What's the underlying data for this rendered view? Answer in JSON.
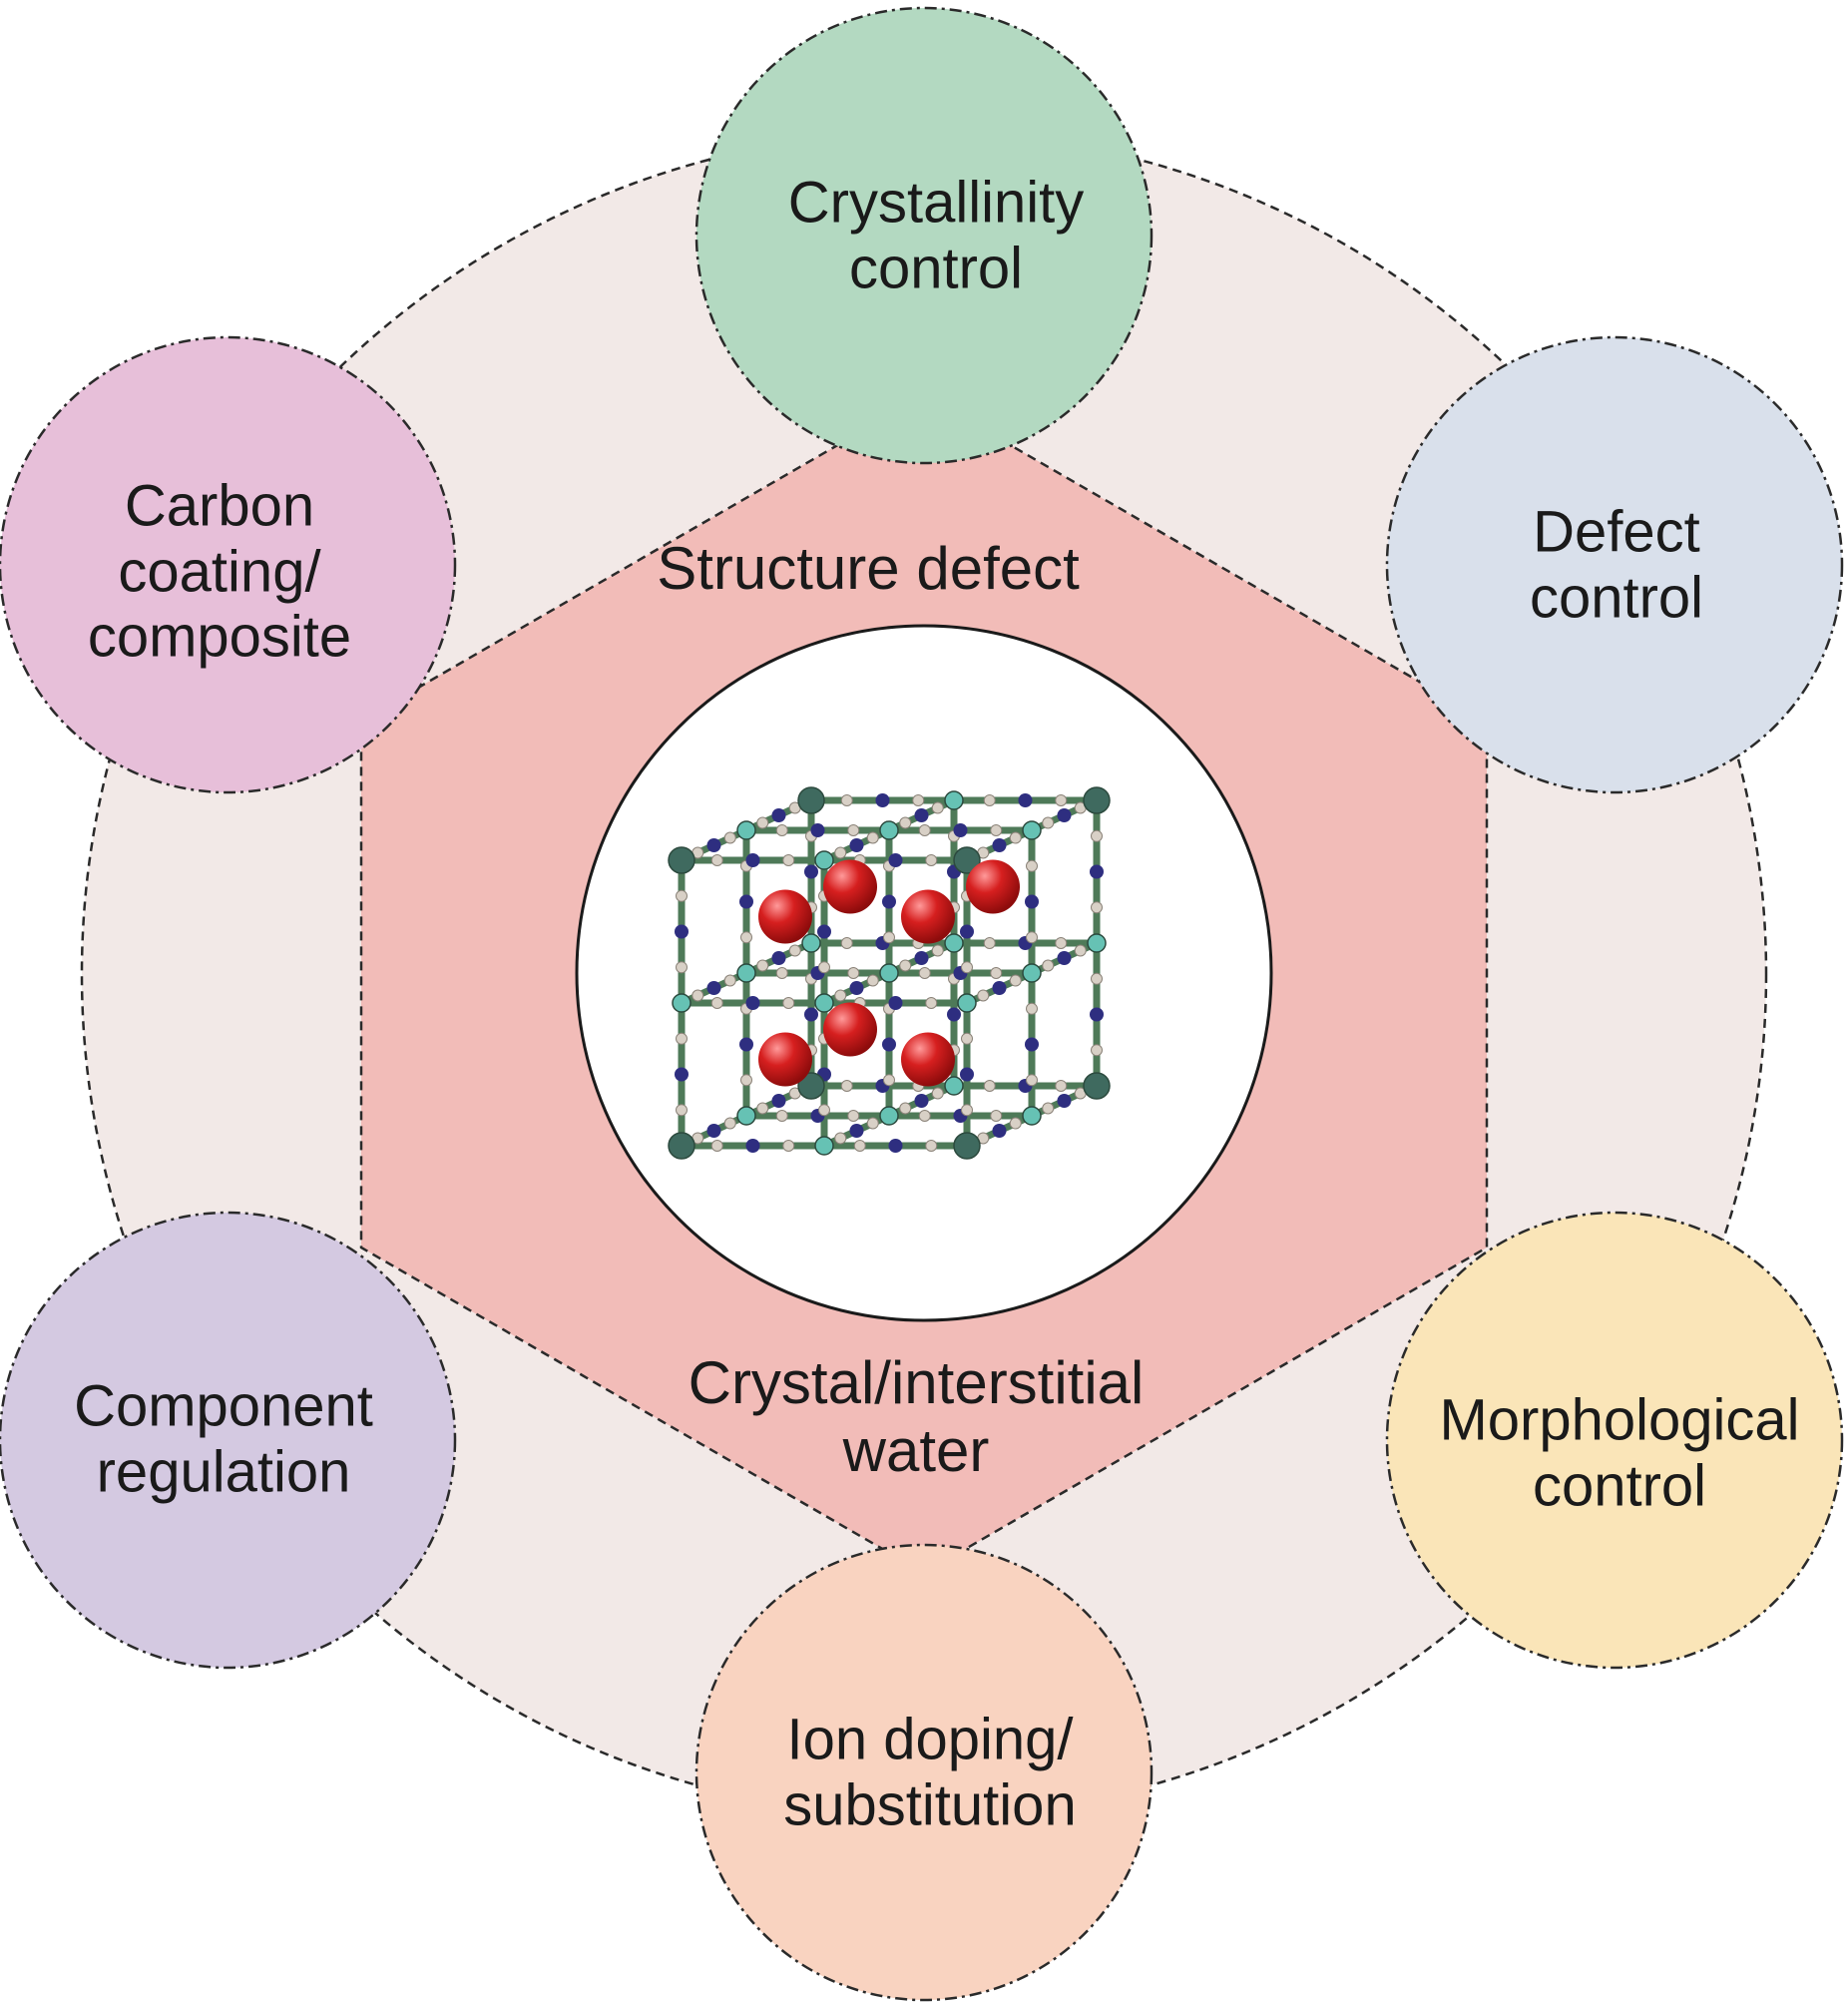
{
  "colors": {
    "outer_ring": "#f2e9e7",
    "hexagon": "#f2bcb8",
    "node_border": "#2a2a2a",
    "lattice_bond": "#4e7a58",
    "lattice_node": "#3f6a5f",
    "lattice_node_light": "#66c2b4",
    "anion_dot": "#2e2e80",
    "bridge_dot": "#d8d0c6",
    "interstitial_ion": "#d61f1f"
  },
  "core": {
    "top_label": "Structure defect",
    "bottom_label_line1": "Crystal/interstitial",
    "bottom_label_line2": "water",
    "image_icon": "cubic-lattice-icon"
  },
  "nodes": [
    {
      "id": "crystallinity",
      "line1": "Crystallinity",
      "line2": "control",
      "line3": "",
      "color": "#b3d9c1"
    },
    {
      "id": "defect",
      "line1": "Defect",
      "line2": "control",
      "line3": "",
      "color": "#d9e0eb"
    },
    {
      "id": "morphology",
      "line1": "Morphological",
      "line2": "control",
      "line3": "",
      "color": "#fae5b8"
    },
    {
      "id": "ion-doping",
      "line1": "Ion doping/",
      "line2": "substitution",
      "line3": "",
      "color": "#f9d3c0"
    },
    {
      "id": "component",
      "line1": "Component",
      "line2": "regulation",
      "line3": "",
      "color": "#d4c9e1"
    },
    {
      "id": "carbon",
      "line1": "Carbon",
      "line2": "coating/",
      "line3": "composite",
      "color": "#e7bfd9"
    }
  ]
}
